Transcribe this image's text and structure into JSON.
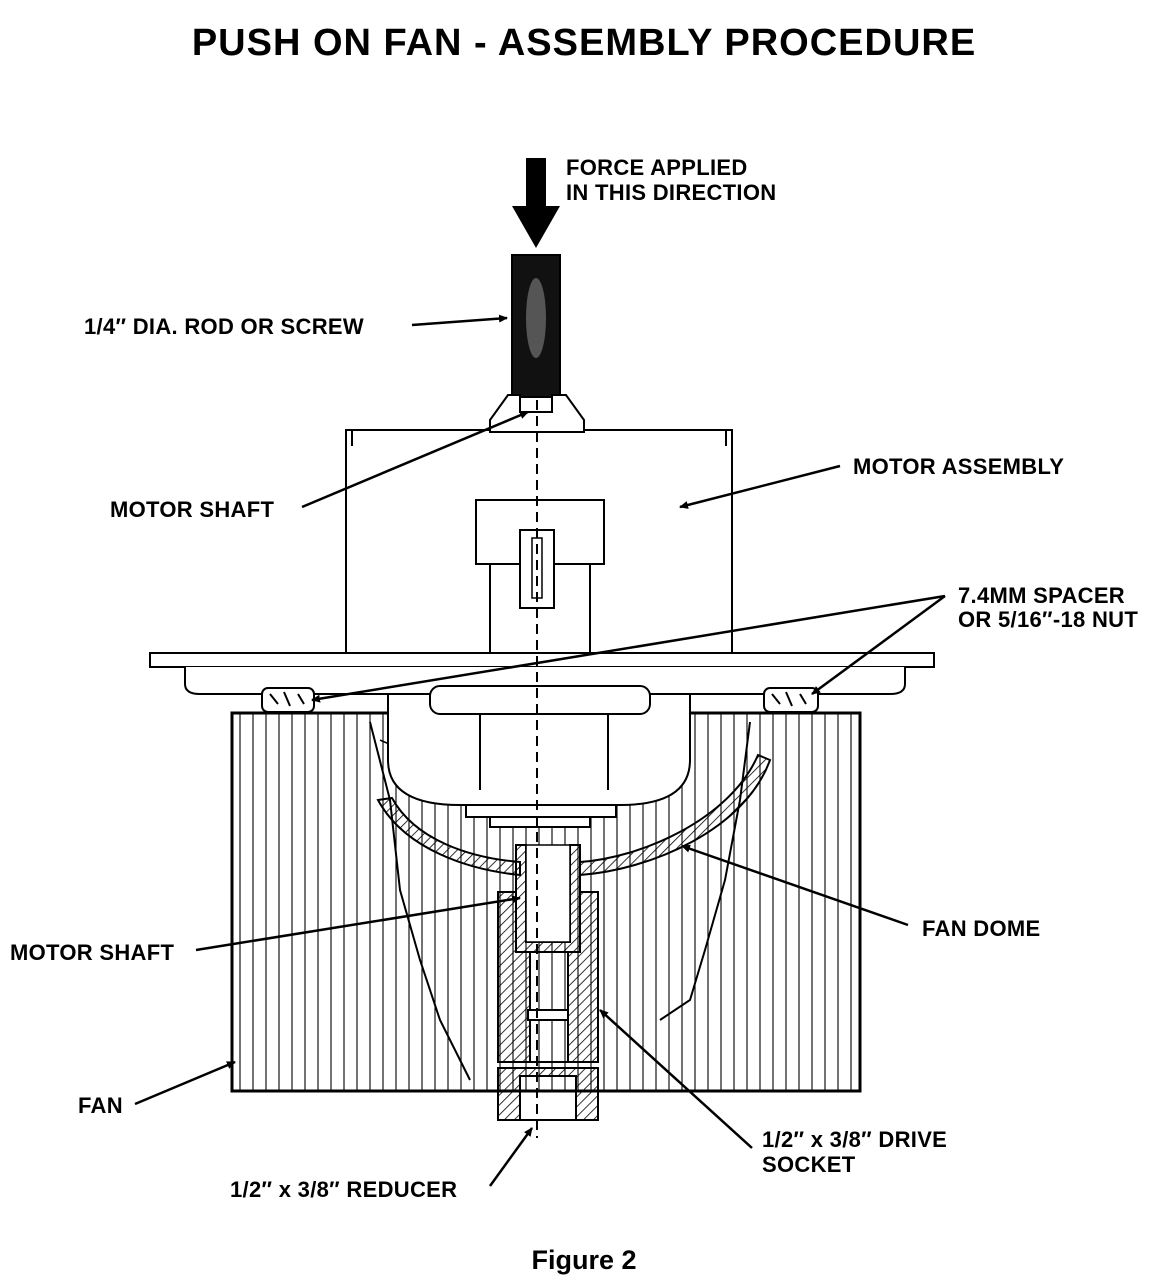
{
  "title": "PUSH ON FAN - ASSEMBLY PROCEDURE",
  "caption": "Figure 2",
  "labels": {
    "force_line1": "FORCE APPLIED",
    "force_line2": "IN THIS DIRECTION",
    "rod": "1/4″ DIA. ROD OR SCREW",
    "motor_shaft_top": "MOTOR SHAFT",
    "motor_assembly": "MOTOR ASSEMBLY",
    "spacer_line1": "7.4MM SPACER",
    "spacer_line2": "OR 5/16″-18 NUT",
    "motor_shaft_bottom": "MOTOR SHAFT",
    "fan_dome": "FAN DOME",
    "fan": "FAN",
    "drive_socket_line1": "1/2″ x 3/8″ DRIVE",
    "drive_socket_line2": "SOCKET",
    "reducer": "1/2″ x 3/8″ REDUCER"
  }
}
